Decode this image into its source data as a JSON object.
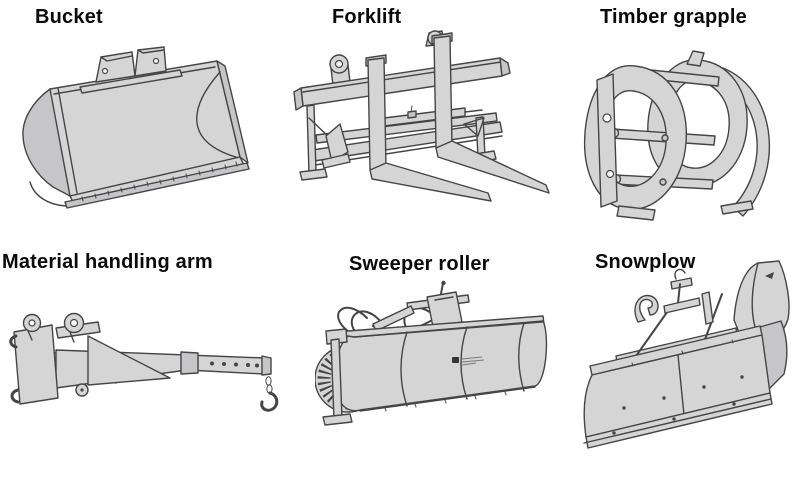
{
  "figures": [
    {
      "id": "bucket",
      "label": "Bucket"
    },
    {
      "id": "forklift",
      "label": "Forklift"
    },
    {
      "id": "timber-grapple",
      "label": "Timber grapple"
    },
    {
      "id": "material-handling-arm",
      "label": "Material handling arm"
    },
    {
      "id": "sweeper-roller",
      "label": "Sweeper roller"
    },
    {
      "id": "snowplow",
      "label": "Snowplow"
    }
  ],
  "colors": {
    "background": "#ffffff",
    "outline": "#454545",
    "fill_light": "#d5d5d6",
    "fill_shaded": "#c6c6c8",
    "label_text": "#0a0a0a"
  }
}
